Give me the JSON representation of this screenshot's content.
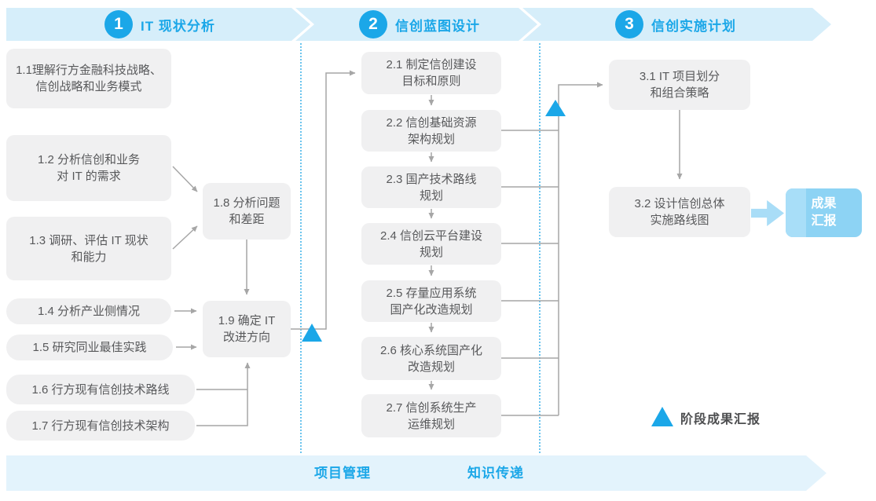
{
  "colors": {
    "accent_blue": "#1BA7E8",
    "banner_fill": "#D6EEFA",
    "bottom_banner_fill": "#E3F3FC",
    "box_fill": "#F0F0F1",
    "box_text": "#58595B",
    "connector_gray": "#A6A6A6",
    "result_box_fill": "#8DD3F4",
    "result_box_strip": "#A8DEF8",
    "divider_dotted_blue": "#6BC4EE"
  },
  "phases": [
    {
      "number": "1",
      "title": "IT 现状分析"
    },
    {
      "number": "2",
      "title": "信创蓝图设计"
    },
    {
      "number": "3",
      "title": "信创实施计划"
    }
  ],
  "boxes": {
    "b11": "1.1理解行方金融科技战略、\n信创战略和业务模式",
    "b12": "1.2 分析信创和业务\n对 IT 的需求",
    "b13": "1.3 调研、评估 IT 现状\n和能力",
    "b14": "1.4 分析产业侧情况",
    "b15": "1.5 研究同业最佳实践",
    "b16": "1.6 行方现有信创技术路线",
    "b17": "1.7 行方现有信创技术架构",
    "b18": "1.8 分析问题\n和差距",
    "b19": "1.9 确定 IT\n改进方向",
    "b21": "2.1 制定信创建设\n目标和原则",
    "b22": "2.2 信创基础资源\n架构规划",
    "b23": "2.3 国产技术路线\n规划",
    "b24": "2.4 信创云平台建设\n规划",
    "b25": "2.5 存量应用系统\n国产化改造规划",
    "b26": "2.6 核心系统国产化\n改造规划",
    "b27": "2.7 信创系统生产\n运维规划",
    "b31": "3.1 IT 项目划分\n和组合策略",
    "b32": "3.2 设计信创总体\n实施路线图"
  },
  "result_box": "成果\n汇报",
  "legend": {
    "label": "阶段成果汇报"
  },
  "bottom_banner": {
    "items": [
      "项目管理",
      "知识传递"
    ]
  }
}
